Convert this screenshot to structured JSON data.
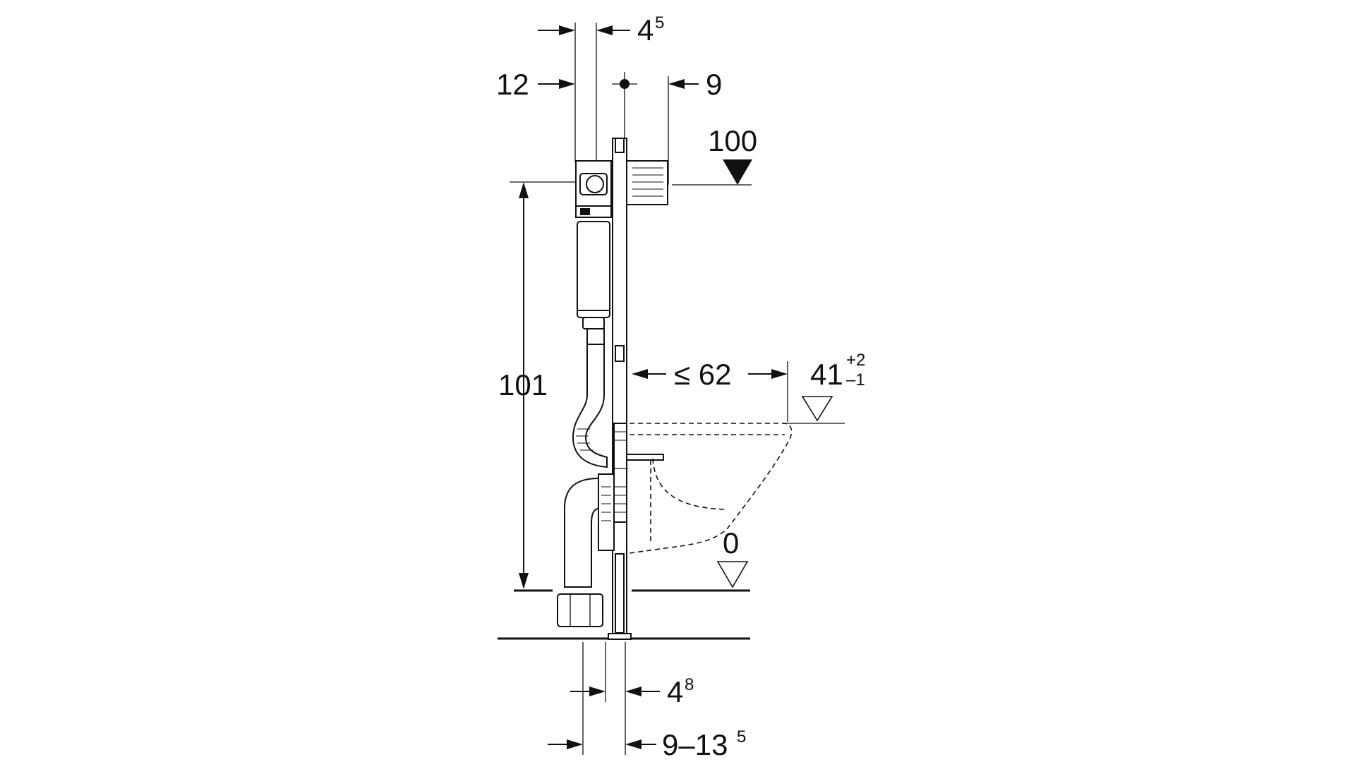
{
  "dimensions": {
    "panel_depth_top": {
      "value": "4",
      "sup": "5"
    },
    "top_offset": "12",
    "front_offset": "9",
    "flush_plate_level": "100",
    "frame_height": "101",
    "bowl_projection": "≤ 62",
    "bowl_height": {
      "value": "41",
      "sup_plus": "+2",
      "sup_minus": "–1"
    },
    "floor_level": "0",
    "foot_width": {
      "value": "4",
      "sup": "8"
    },
    "foot_range": {
      "value": "9–13",
      "sup": "5"
    }
  },
  "colors": {
    "line": "#111111",
    "background": "#ffffff"
  }
}
